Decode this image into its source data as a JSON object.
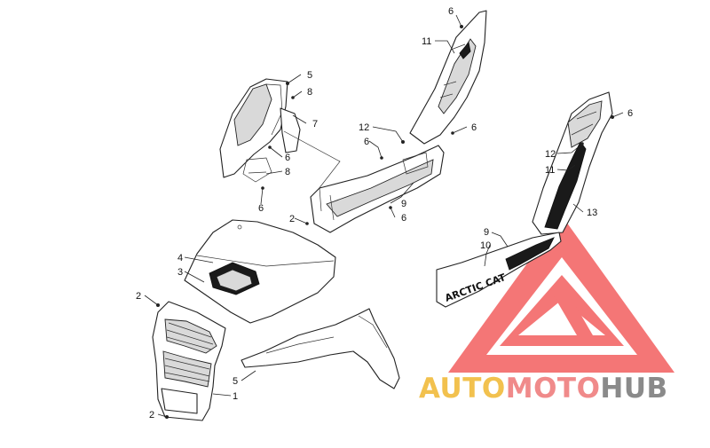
{
  "callouts": [
    "6",
    "11",
    "5",
    "8",
    "7",
    "12",
    "6",
    "6",
    "6",
    "8",
    "6",
    "9",
    "2",
    "6",
    "6",
    "12",
    "11",
    "13",
    "9",
    "10",
    "4",
    "3",
    "2",
    "5",
    "1",
    "2"
  ],
  "decal_text": "ARCTIC CAT",
  "watermark": {
    "part1": "AUTO",
    "part2": "MOTO",
    "part3": "HUB",
    "color1": "#f2c14e",
    "color2": "#f08a8a",
    "color3": "#8a8a8a",
    "logo_color": "#f25050"
  }
}
